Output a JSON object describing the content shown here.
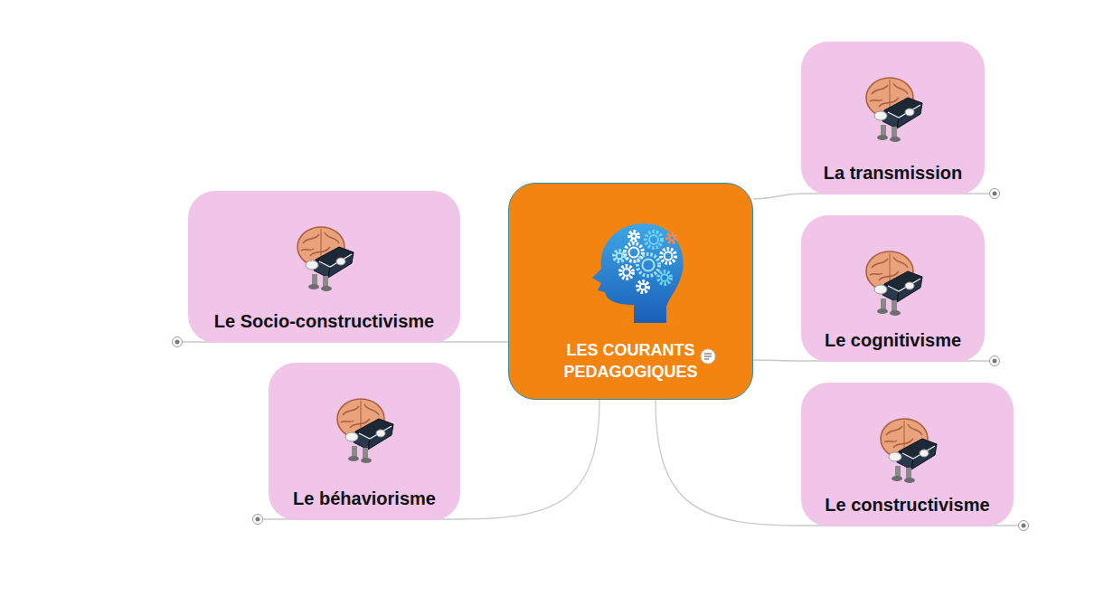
{
  "diagram": {
    "nodes": [
      {
        "text": [
          "LES COURANTS PEDAGOGIQUES"
        ]
      },
      {
        "text": [
          "La transmission"
        ]
      },
      {
        "text": [
          "Le cognitivisme"
        ]
      },
      {
        "text": [
          "Le constructivisme"
        ]
      },
      {
        "text": [
          "Le Socio-constructivisme"
        ]
      },
      {
        "text": [
          "Le béhaviorisme"
        ]
      }
    ],
    "edges": [
      {
        "from": 0,
        "to": 1,
        "arrow": "none"
      },
      {
        "from": 0,
        "to": 2,
        "arrow": "none"
      },
      {
        "from": 0,
        "to": 3,
        "arrow": "none"
      },
      {
        "from": 0,
        "to": 4,
        "arrow": "none"
      },
      {
        "from": 0,
        "to": 5,
        "arrow": "none"
      }
    ]
  }
}
